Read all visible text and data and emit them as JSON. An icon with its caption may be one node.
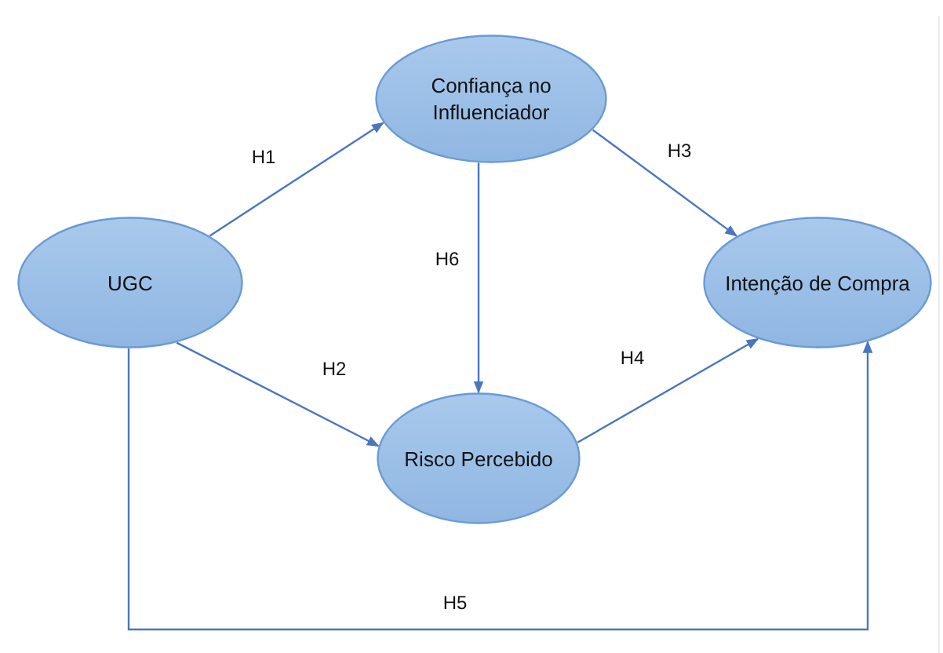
{
  "diagram": {
    "nodes": [
      {
        "text": [
          "Confiança no Influenciador"
        ]
      },
      {
        "text": [
          "UGC"
        ]
      },
      {
        "text": [
          "Intenção de Compra"
        ]
      },
      {
        "text": [
          "Risco Percebido"
        ]
      }
    ],
    "edges": [
      {
        "from": 1,
        "to": 0,
        "arrow": "to",
        "label": "H1"
      },
      {
        "from": 1,
        "to": 3,
        "arrow": "to",
        "label": "H2"
      },
      {
        "from": 0,
        "to": 2,
        "arrow": "to",
        "label": "H3"
      },
      {
        "from": 3,
        "to": 2,
        "arrow": "to",
        "label": "H4"
      },
      {
        "from": 1,
        "to": 2,
        "arrow": "to",
        "label": "H5"
      },
      {
        "from": 0,
        "to": 3,
        "arrow": "to",
        "label": "H6"
      }
    ]
  }
}
